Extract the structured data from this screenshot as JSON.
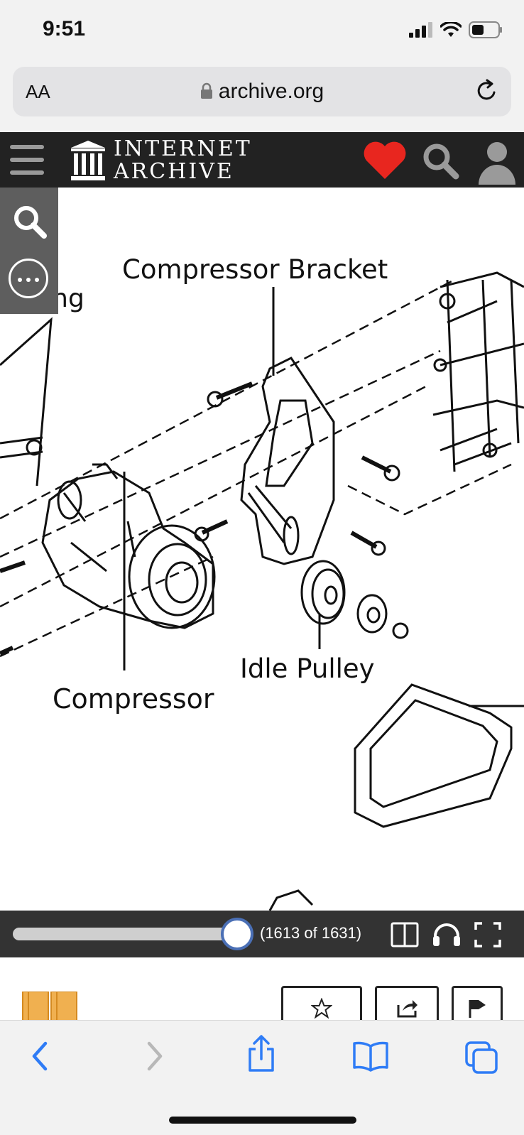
{
  "status": {
    "time": "9:51"
  },
  "browser": {
    "text_size_label": "AA",
    "host": "archive.org"
  },
  "site": {
    "logo_line1": "INTERNET",
    "logo_line2": "ARCHIVE",
    "brand_color": "#222222",
    "heart_color": "#e8261f"
  },
  "diagram": {
    "labels": {
      "compressor_bracket": "Compressor Bracket",
      "o_ring": "O-ring",
      "idle_pulley": "Idle Pulley",
      "compressor": "Compressor"
    }
  },
  "reader_nav": {
    "page_count": "(1613 of 1631)",
    "progress": 0.989,
    "slider_color": "#4a6fb5"
  },
  "icons": {
    "status": [
      "signal-icon",
      "wifi-icon",
      "battery-icon"
    ],
    "header": [
      "menu-icon",
      "heart-icon",
      "search-icon",
      "user-icon"
    ],
    "reader_tools": [
      "search-icon",
      "more-icon"
    ],
    "reader_nav": [
      "book-view-icon",
      "headphones-icon",
      "fullscreen-icon"
    ],
    "actions": [
      "star-icon",
      "share-icon",
      "flag-icon"
    ],
    "toolbar": [
      "back-icon",
      "forward-icon",
      "share-icon",
      "bookmarks-icon",
      "tabs-icon"
    ]
  }
}
